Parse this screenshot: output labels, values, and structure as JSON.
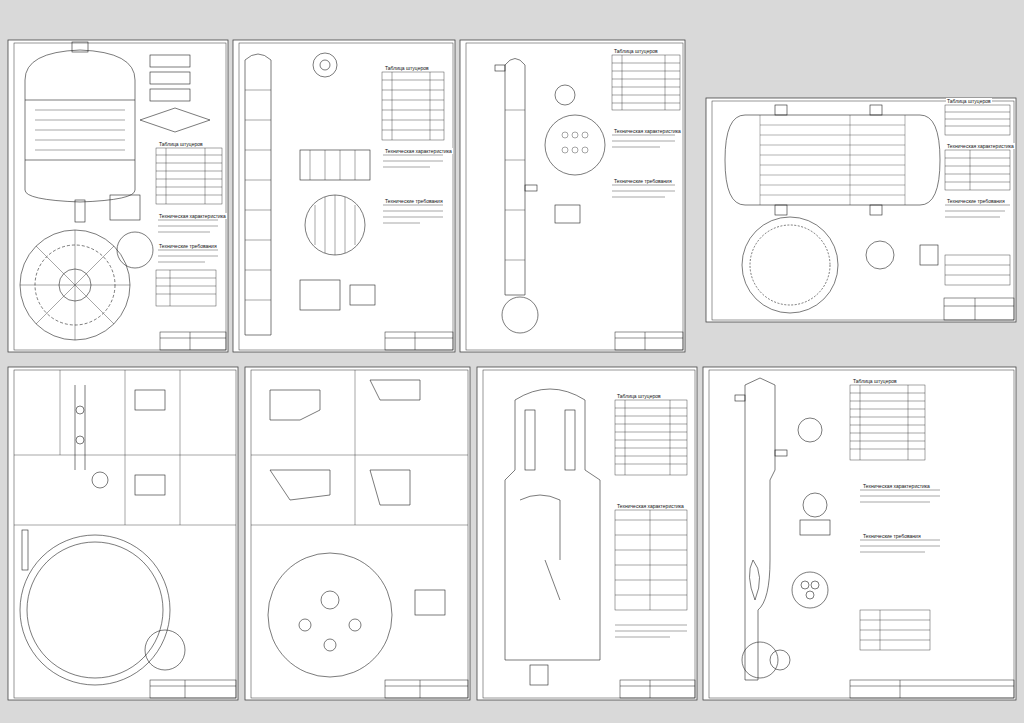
{
  "diagram": {
    "labels": [
      "Таблица штуцеров",
      "Техническая характеристика",
      "Технические требования",
      "Таблица штуцеров",
      "Техническая характеристика",
      "Технические требования",
      "Таблица штуцеров",
      "Техническая характеристика",
      "Технические требования",
      "Таблица штуцеров",
      "Техническая характеристика",
      "Технические требования",
      "Таблица штуцеров",
      "Техническая характеристика",
      "Таблица штуцеров",
      "Техническая характеристика",
      "Технические требования"
    ]
  }
}
